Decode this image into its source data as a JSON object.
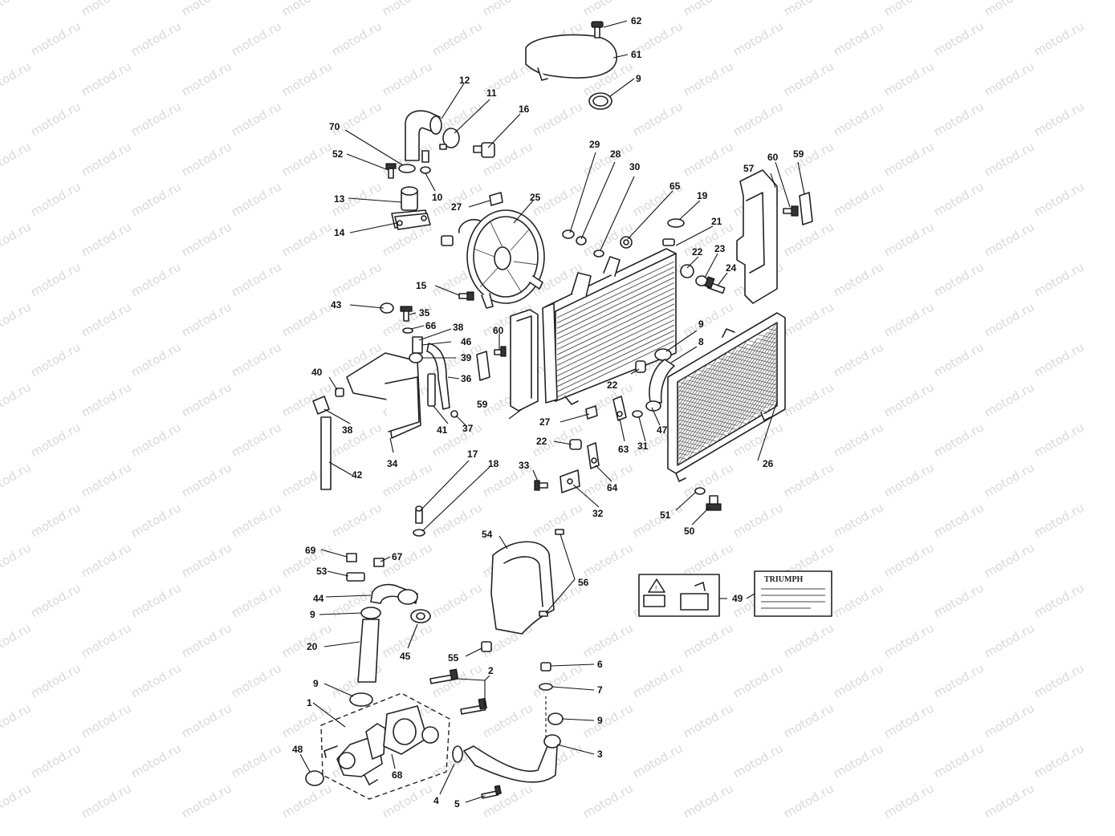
{
  "watermark": "motod.ru",
  "warning_label": {
    "brand": "TRIUMPH"
  },
  "callouts": {
    "c1": "1",
    "c2": "2",
    "c3": "3",
    "c4": "4",
    "c5": "5",
    "c6": "6",
    "c7": "7",
    "c8": "8",
    "c9a": "9",
    "c9b": "9",
    "c9c": "9",
    "c9d": "9",
    "c9e": "9",
    "c10": "10",
    "c11": "11",
    "c12": "12",
    "c13": "13",
    "c14": "14",
    "c15": "15",
    "c16": "16",
    "c17": "17",
    "c18": "18",
    "c19": "19",
    "c20": "20",
    "c21": "21",
    "c22a": "22",
    "c22b": "22",
    "c22c": "22",
    "c23": "23",
    "c24": "24",
    "c25": "25",
    "c26": "26",
    "c27a": "27",
    "c27b": "27",
    "c28": "28",
    "c29": "29",
    "c30": "30",
    "c31": "31",
    "c32": "32",
    "c33": "33",
    "c34": "34",
    "c35": "35",
    "c36": "36",
    "c37": "37",
    "c38a": "38",
    "c38b": "38",
    "c39": "39",
    "c40": "40",
    "c41": "41",
    "c42": "42",
    "c43": "43",
    "c44": "44",
    "c45": "45",
    "c46": "46",
    "c47": "47",
    "c48": "48",
    "c49": "49",
    "c50": "50",
    "c51": "51",
    "c52": "52",
    "c53": "53",
    "c54": "54",
    "c55": "55",
    "c56": "56",
    "c57": "57",
    "c59a": "59",
    "c59b": "59",
    "c60a": "60",
    "c60b": "60",
    "c61": "61",
    "c62": "62",
    "c63": "63",
    "c64": "64",
    "c65": "65",
    "c66": "66",
    "c67": "67",
    "c68": "68",
    "c69": "69",
    "c70": "70"
  }
}
